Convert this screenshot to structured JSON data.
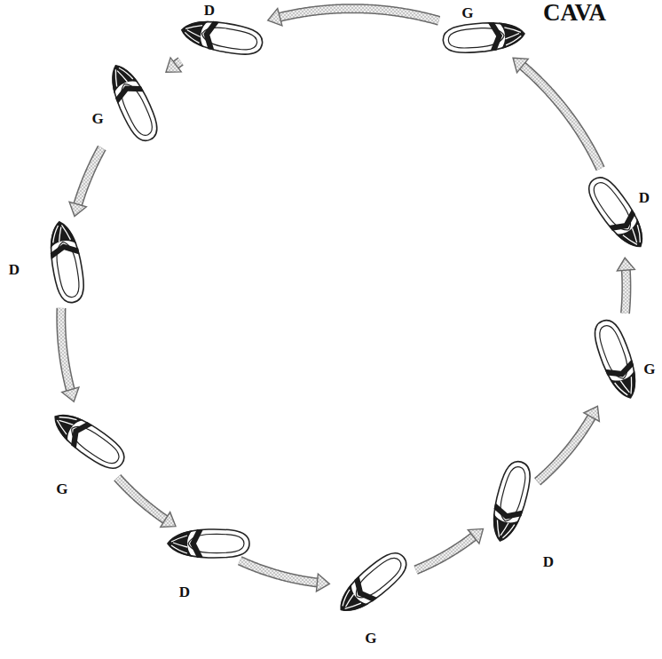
{
  "diagram": {
    "title": "CAVA",
    "nodes": [
      {
        "text": [
          "D"
        ]
      },
      {
        "text": [
          "G"
        ]
      },
      {
        "text": [
          "D"
        ]
      },
      {
        "text": [
          "G"
        ]
      },
      {
        "text": [
          "D"
        ]
      },
      {
        "text": [
          "G"
        ]
      },
      {
        "text": [
          "D"
        ]
      },
      {
        "text": [
          "G"
        ]
      },
      {
        "text": [
          "D"
        ]
      },
      {
        "text": [
          "G"
        ]
      }
    ],
    "edges": [
      {
        "from": 0,
        "to": 1,
        "arrow": "to"
      },
      {
        "from": 1,
        "to": 2,
        "arrow": "to"
      },
      {
        "from": 2,
        "to": 3,
        "arrow": "to"
      },
      {
        "from": 3,
        "to": 4,
        "arrow": "to"
      },
      {
        "from": 4,
        "to": 5,
        "arrow": "to"
      },
      {
        "from": 5,
        "to": 6,
        "arrow": "to"
      },
      {
        "from": 6,
        "to": 7,
        "arrow": "to"
      },
      {
        "from": 7,
        "to": 8,
        "arrow": "to"
      },
      {
        "from": 8,
        "to": 9,
        "arrow": "to"
      },
      {
        "from": 9,
        "to": 0,
        "arrow": "to"
      }
    ]
  }
}
